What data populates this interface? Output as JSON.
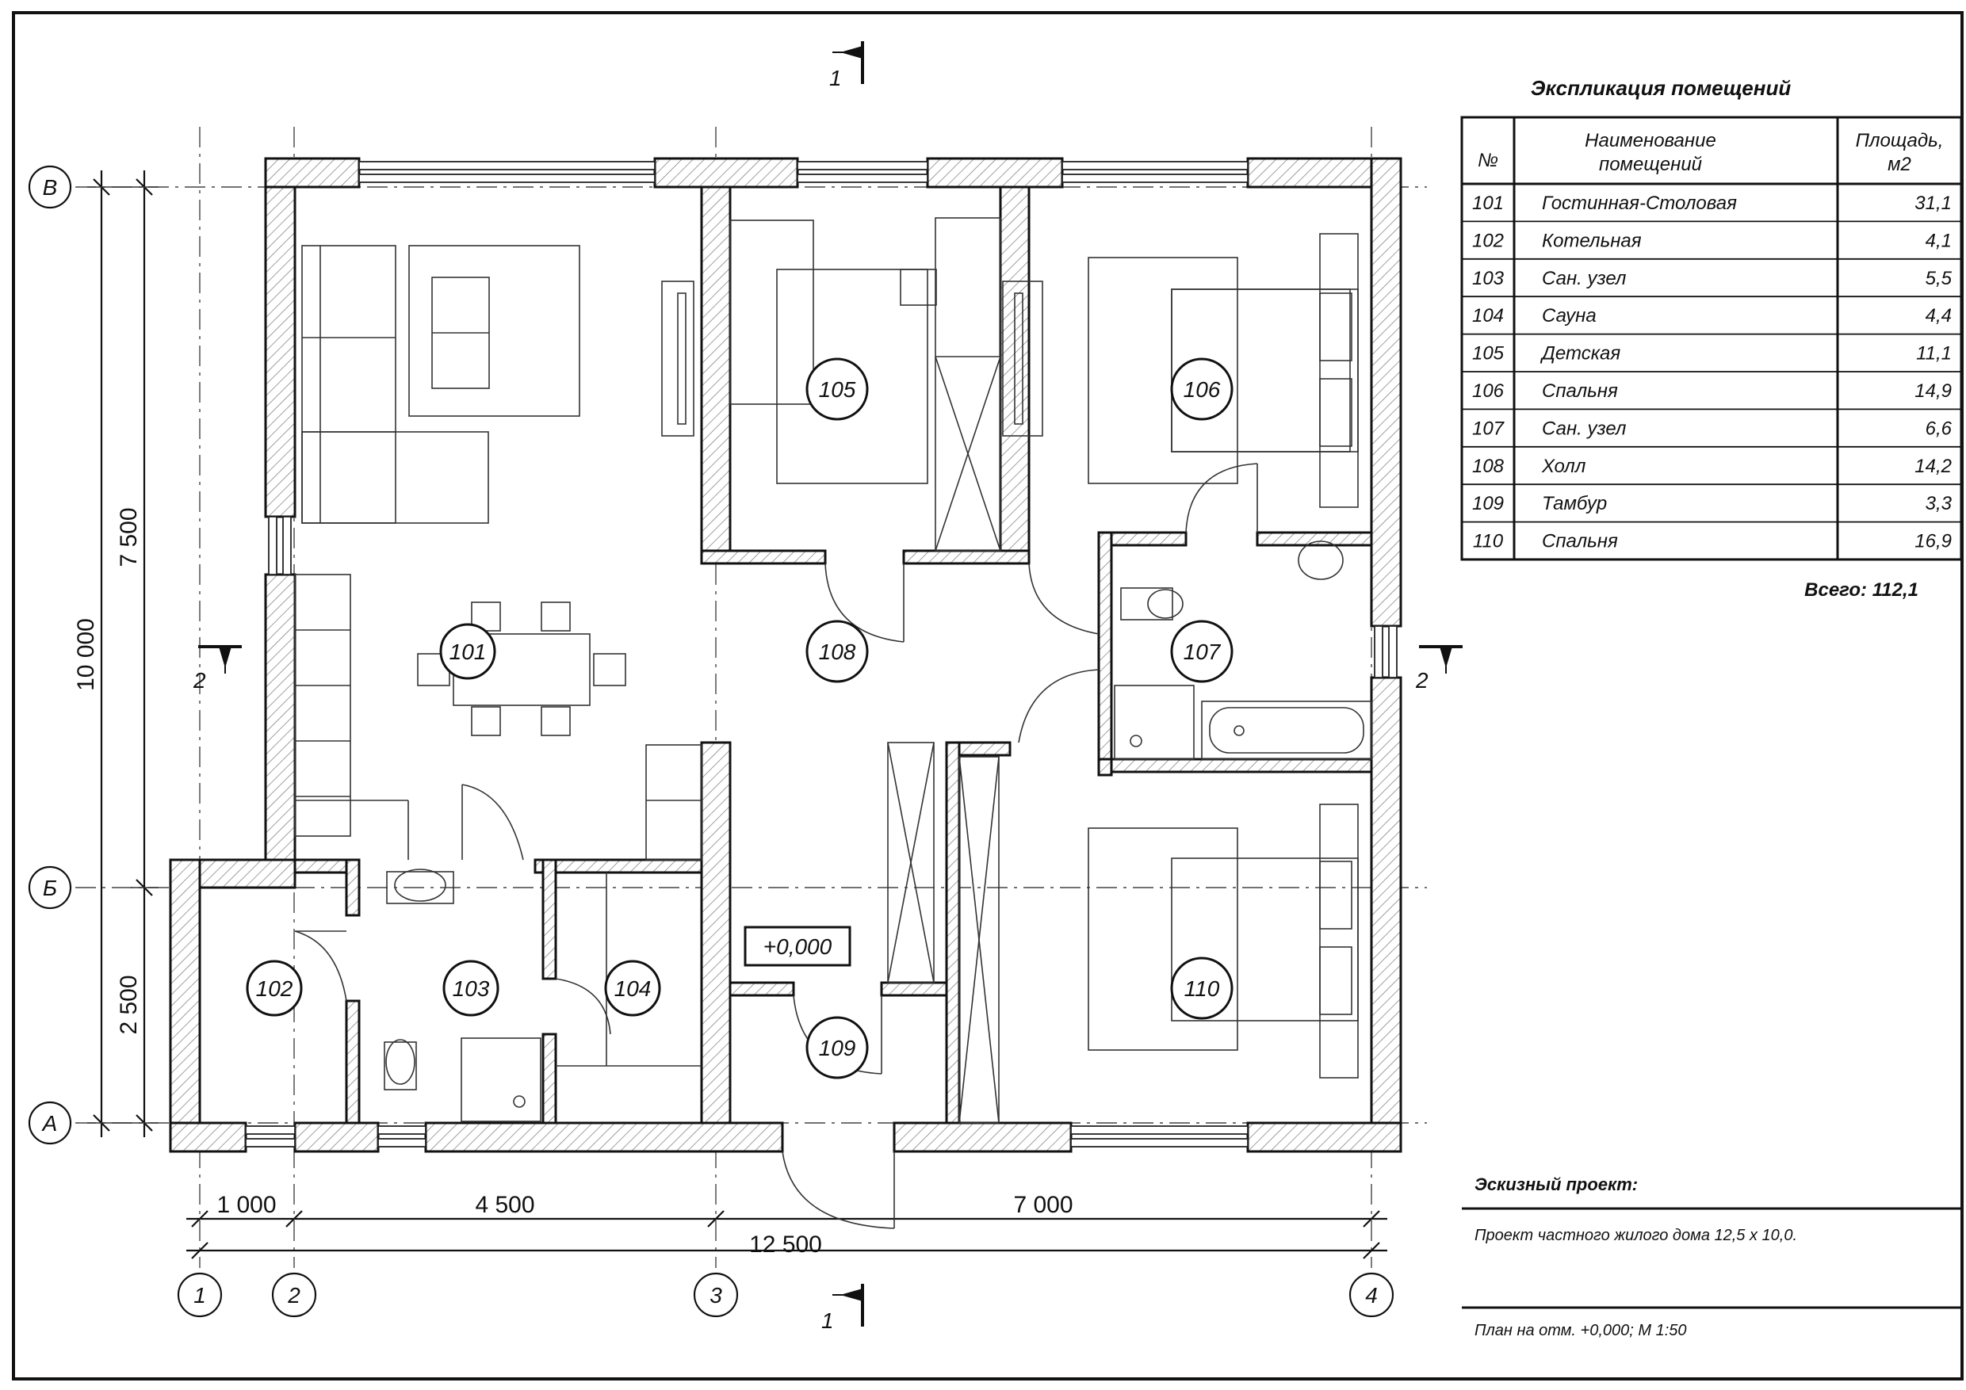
{
  "section_marks": [
    {
      "label": "1",
      "position": "top"
    },
    {
      "label": "1",
      "position": "bottom"
    },
    {
      "label": "2",
      "position": "left"
    },
    {
      "label": "2",
      "position": "right"
    }
  ],
  "axes_letters": [
    "В",
    "Б",
    "А"
  ],
  "axes_numbers": [
    "1",
    "2",
    "3",
    "4"
  ],
  "dimensions": {
    "vertical": [
      "10 000",
      "7 500",
      "2 500"
    ],
    "horizontal": [
      "1 000",
      "4 500",
      "7 000",
      "12 500"
    ]
  },
  "level_mark": "+0,000",
  "rooms": [
    {
      "id": "101"
    },
    {
      "id": "102"
    },
    {
      "id": "103"
    },
    {
      "id": "104"
    },
    {
      "id": "105"
    },
    {
      "id": "106"
    },
    {
      "id": "107"
    },
    {
      "id": "108"
    },
    {
      "id": "109"
    },
    {
      "id": "110"
    }
  ],
  "explication": {
    "title": "Экспликация помещений",
    "headers": {
      "number": "№",
      "name_line1": "Наименование",
      "name_line2": "помещений",
      "area_line1": "Площадь,",
      "area_line2": "м2"
    },
    "rows": [
      {
        "no": "101",
        "name": "Гостинная-Столовая",
        "area": "31,1"
      },
      {
        "no": "102",
        "name": "Котельная",
        "area": "4,1"
      },
      {
        "no": "103",
        "name": "Сан. узел",
        "area": "5,5"
      },
      {
        "no": "104",
        "name": "Сауна",
        "area": "4,4"
      },
      {
        "no": "105",
        "name": "Детская",
        "area": "11,1"
      },
      {
        "no": "106",
        "name": "Спальня",
        "area": "14,9"
      },
      {
        "no": "107",
        "name": "Сан. узел",
        "area": "6,6"
      },
      {
        "no": "108",
        "name": "Холл",
        "area": "14,2"
      },
      {
        "no": "109",
        "name": "Тамбур",
        "area": "3,3"
      },
      {
        "no": "110",
        "name": "Спальня",
        "area": "16,9"
      }
    ],
    "total": "Всего: 112,1"
  },
  "title_block": {
    "heading": "Эскизный проект:",
    "project": "Проект частного жилого дома 12,5 х 10,0.",
    "sheet": "План на отм. +0,000; М 1:50"
  }
}
